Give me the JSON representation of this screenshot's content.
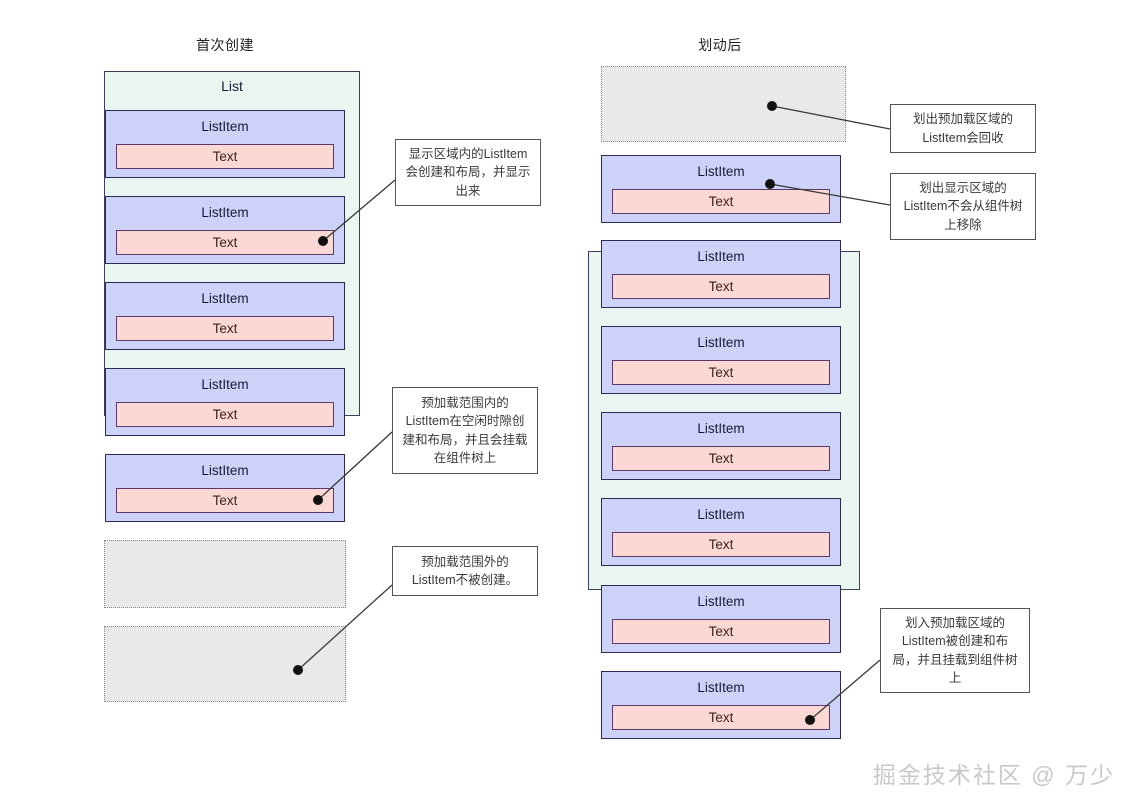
{
  "diagram": {
    "title_left": "首次创建",
    "title_right": "划动后",
    "watermark": "掘金技术社区 @ 万少",
    "labels": {
      "list": "List",
      "list_item": "ListItem",
      "text": "Text"
    },
    "colors": {
      "list_viewport_fill": "#eaf7f1",
      "list_item_fill": "#ccd2f8",
      "text_fill": "#fcd8d4",
      "ghost_fill": "#e9e9e9",
      "border_dark": "#2b2b55",
      "border_ghost": "#8a8a8a",
      "callout_border": "#555555",
      "watermark": "#c9c9c9"
    }
  },
  "left_column": {
    "title": "首次创建",
    "viewport_label": "List",
    "items": [
      {
        "kind": "listitem",
        "label": "ListItem",
        "text": "Text"
      },
      {
        "kind": "listitem",
        "label": "ListItem",
        "text": "Text"
      },
      {
        "kind": "listitem",
        "label": "ListItem",
        "text": "Text"
      },
      {
        "kind": "listitem",
        "label": "ListItem",
        "text": "Text"
      },
      {
        "kind": "listitem",
        "label": "ListItem",
        "text": "Text"
      },
      {
        "kind": "ghost",
        "label": "",
        "text": ""
      },
      {
        "kind": "ghost",
        "label": "",
        "text": ""
      }
    ]
  },
  "right_column": {
    "title": "划动后",
    "items": [
      {
        "kind": "ghost",
        "label": "",
        "text": ""
      },
      {
        "kind": "listitem",
        "label": "ListItem",
        "text": "Text"
      },
      {
        "kind": "listitem",
        "label": "ListItem",
        "text": "Text"
      },
      {
        "kind": "listitem",
        "label": "ListItem",
        "text": "Text"
      },
      {
        "kind": "listitem",
        "label": "ListItem",
        "text": "Text"
      },
      {
        "kind": "listitem",
        "label": "ListItem",
        "text": "Text"
      },
      {
        "kind": "listitem",
        "label": "ListItem",
        "text": "Text"
      },
      {
        "kind": "listitem",
        "label": "ListItem",
        "text": "Text"
      }
    ]
  },
  "callouts": {
    "left": [
      {
        "id": "visible-area",
        "text": "显示区域内的ListItem\n会创建和布局，并显示\n出来"
      },
      {
        "id": "preload-inside",
        "text": "预加载范围内的\nListItem在空闲时隙创\n建和布局，并且会挂载\n在组件树上"
      },
      {
        "id": "preload-outside",
        "text": "预加载范围外的\nListItem不被创建。"
      }
    ],
    "right": [
      {
        "id": "swiped-out-preload",
        "text": "划出预加载区域的\nListItem会回收"
      },
      {
        "id": "swiped-out-visible",
        "text": "划出显示区域的\nListItem不会从组件树\n上移除"
      },
      {
        "id": "swiped-in-preload",
        "text": "划入预加载区域的\nListItem被创建和布\n局，并且挂载到组件树\n上"
      }
    ]
  }
}
